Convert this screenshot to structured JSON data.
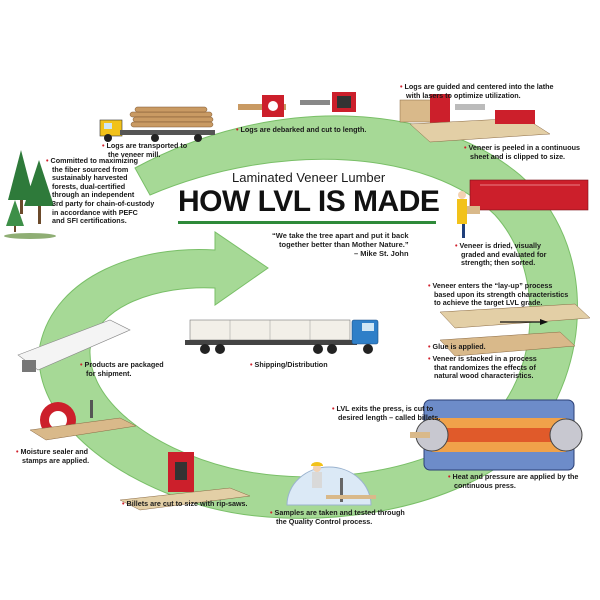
{
  "title": {
    "subtitle": "Laminated Veneer Lumber",
    "main": "HOW LVL IS MADE",
    "quote_lines": [
      "“We take the tree apart and put it back",
      "together better than Mother Nature.”",
      "– Mike St. John"
    ]
  },
  "steps": [
    {
      "id": "transport",
      "lines": [
        "Logs are transported to",
        "the veneer mill."
      ]
    },
    {
      "id": "debark",
      "lines": [
        "Logs are debarked and cut to length."
      ]
    },
    {
      "id": "lathe",
      "lines": [
        "Logs are guided and centered into the lathe",
        "with lasers to optimize utilization."
      ]
    },
    {
      "id": "peel",
      "lines": [
        "Veneer is peeled in a continuous",
        "sheet and is clipped to size."
      ]
    },
    {
      "id": "dry",
      "lines": [
        "Veneer is dried, visually",
        "graded and evaluated for",
        "strength; then sorted."
      ]
    },
    {
      "id": "layup",
      "lines": [
        "Veneer enters the “lay-up” process",
        "based upon its strength characteristics",
        "to achieve the target LVL grade."
      ]
    },
    {
      "id": "glue",
      "lines": [
        "Glue is applied."
      ]
    },
    {
      "id": "stack",
      "lines": [
        "Veneer is stacked in a process",
        "that randomizes the effects of",
        "natural wood characteristics."
      ]
    },
    {
      "id": "press",
      "lines": [
        "Heat and pressure are applied by the",
        "continuous press."
      ]
    },
    {
      "id": "billets",
      "lines": [
        "LVL exits the press, is cut to",
        "desired length – called billets."
      ]
    },
    {
      "id": "qc",
      "lines": [
        "Samples are taken and tested through",
        "the Quality Control process."
      ]
    },
    {
      "id": "ripsaw",
      "lines": [
        "Billets are cut to size with rip-saws."
      ]
    },
    {
      "id": "sealer",
      "lines": [
        "Moisture sealer and",
        "stamps are applied."
      ]
    },
    {
      "id": "package",
      "lines": [
        "Products are packaged",
        "for shipment."
      ]
    },
    {
      "id": "shipping",
      "lines": [
        "Shipping/Distribution"
      ]
    },
    {
      "id": "forest",
      "lines": [
        "Committed to maximizing",
        "the fiber sourced from",
        "sustainably harvested",
        "forests, dual-certified",
        "through an independent",
        "3rd party for chain-of-custody",
        "in accordance with PEFC",
        "and SFI certifications."
      ]
    }
  ],
  "colors": {
    "arrow_green": "#9bd389",
    "arrow_green_edge": "#6fb860",
    "machine_red": "#cc1f2b",
    "truck_blue": "#2f7fc8",
    "wood": "#d9b98a",
    "tree_green": "#2e7a3a"
  }
}
